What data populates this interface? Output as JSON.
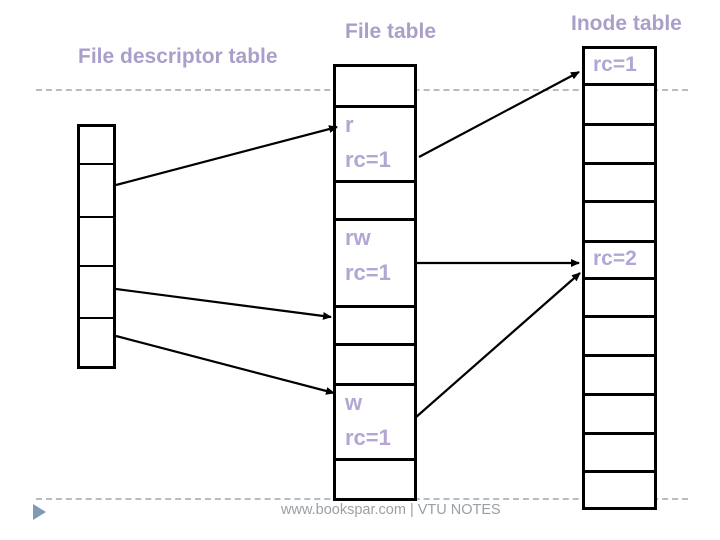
{
  "colors": {
    "label_purple": "#AB9FC9",
    "cell_text_purple": "#B3A5D4",
    "table_border_black": "#000000",
    "dashed_line_gray": "#B5BDC3",
    "footer_text_gray": "#9AA0A3",
    "bullet_triangle_blue": "#7E9AB5"
  },
  "tables": {
    "file_descriptor": {
      "title": "File descriptor table"
    },
    "file": {
      "title": "File table",
      "entries": [
        {
          "mode": "r",
          "rc": "rc=1"
        },
        {
          "mode": "rw",
          "rc": "rc=1"
        },
        {
          "mode": "w",
          "rc": "rc=1"
        }
      ]
    },
    "inode": {
      "title": "Inode table",
      "entries": [
        {
          "rc": "rc=1"
        },
        {
          "rc": "rc=2"
        }
      ]
    }
  },
  "footer": {
    "text": "www.bookspar.com | VTU NOTES"
  }
}
